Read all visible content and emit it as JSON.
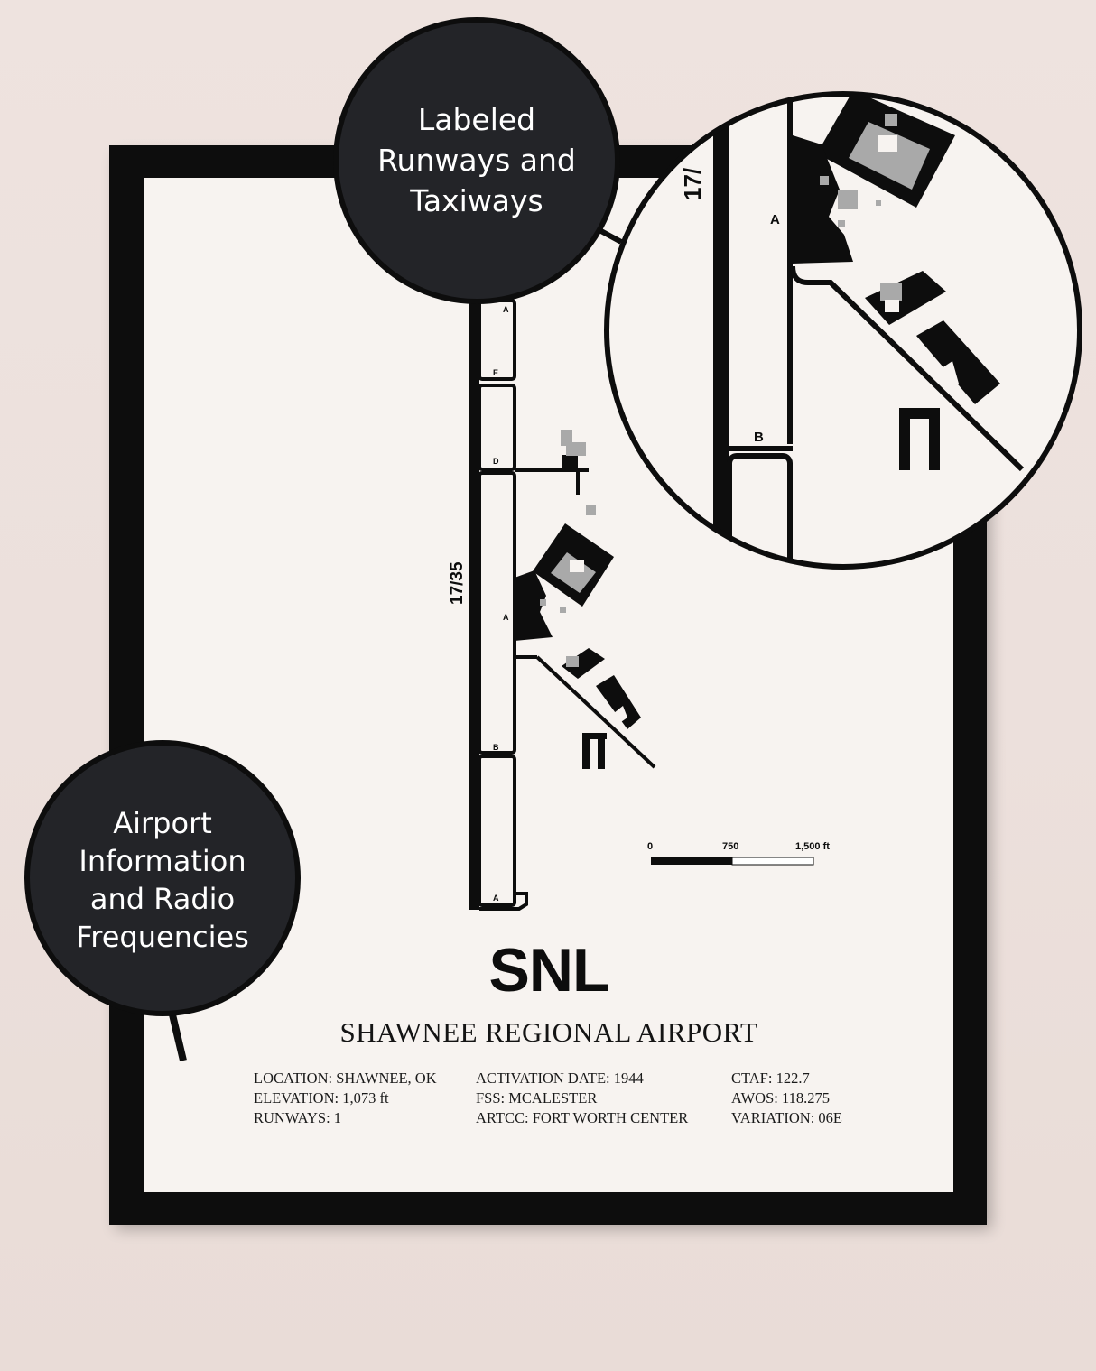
{
  "callouts": {
    "top": [
      "Labeled",
      "Runways and",
      "Taxiways"
    ],
    "left": [
      "Airport",
      "Information",
      "and Radio",
      "Frequencies"
    ]
  },
  "poster": {
    "code": "SNL",
    "name": "SHAWNEE REGIONAL AIRPORT",
    "runway_label": "17/35",
    "zoom_runway_label": "17/",
    "taxiway_labels": [
      "A",
      "E",
      "D",
      "A",
      "B",
      "A"
    ],
    "zoom_taxiway_labels": [
      "A",
      "B"
    ],
    "scale": {
      "ticks": [
        "0",
        "750",
        "1,500 ft"
      ]
    },
    "info": {
      "col1": [
        "LOCATION: SHAWNEE, OK",
        "ELEVATION: 1,073 ft",
        "RUNWAYS: 1"
      ],
      "col2": [
        "ACTIVATION DATE: 1944",
        "FSS: MCALESTER",
        "ARTCC: FORT WORTH CENTER"
      ],
      "col3": [
        "CTAF: 122.7",
        "AWOS: 118.275",
        "VARIATION: 06E"
      ]
    }
  },
  "colors": {
    "frame": "#0d0d0d",
    "paper": "#f7f3f0",
    "callout": "#232428",
    "building_gray": "#a9a9a9"
  }
}
